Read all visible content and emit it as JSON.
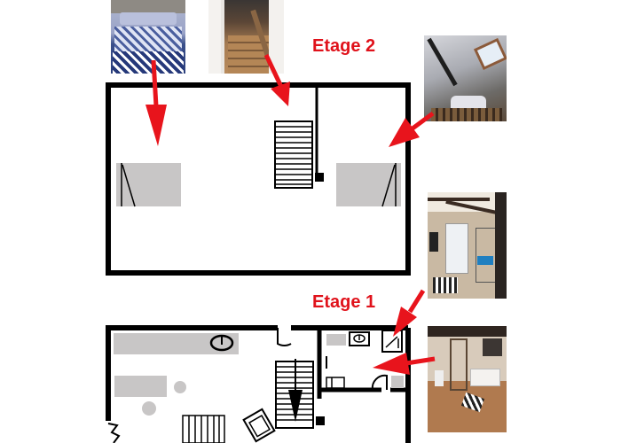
{
  "floors": [
    {
      "label": "Etage 2"
    },
    {
      "label": "Etage 1"
    }
  ],
  "photos": [
    {
      "name": "bedroom-photo",
      "subject": "bed with blue patterned duvet"
    },
    {
      "name": "staircase-photo",
      "subject": "wooden staircase"
    },
    {
      "name": "attic-bedroom-photo",
      "subject": "attic room with skylight and mattress"
    },
    {
      "name": "shower-room-photo",
      "subject": "bathroom with shower cabin and shelves"
    },
    {
      "name": "bathroom-vanity-photo",
      "subject": "bathroom with vanity sink and rug"
    }
  ],
  "colors": {
    "label": "#e0121b",
    "arrow": "#e8141c",
    "wall": "#000000",
    "furniture": "#c8c6c6"
  }
}
